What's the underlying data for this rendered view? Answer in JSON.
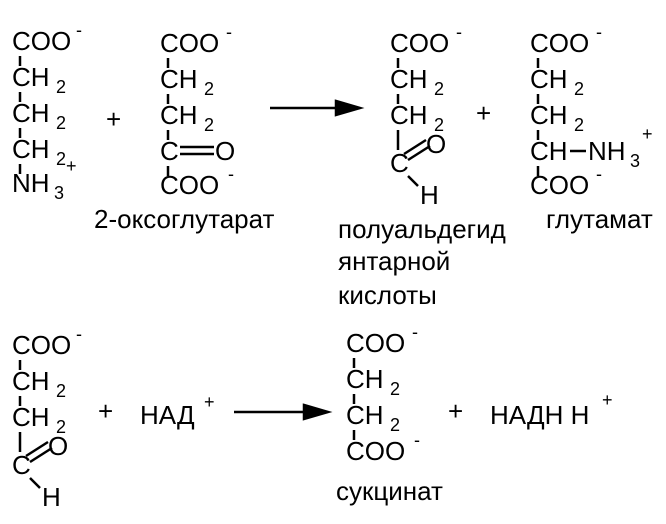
{
  "groups": {
    "coo": "COO",
    "ch2": "CH",
    "ch": "CH",
    "c": "C",
    "o": "O",
    "h": "H",
    "nh3": "NH",
    "sub2": "2",
    "sub3": "3",
    "minus": "-",
    "plus_charge": "+"
  },
  "operators": {
    "plus": "+"
  },
  "compounds": {
    "oxoglutarate": "2-оксоглутарат",
    "semialdehyde_line1": "полуальдегид",
    "semialdehyde_line2": "янтарной",
    "semialdehyde_line3": "кислоты",
    "glutamate": "глутамат",
    "succinate": "сукцинат",
    "nad": "НАД",
    "nadh": "НАДН Н"
  }
}
